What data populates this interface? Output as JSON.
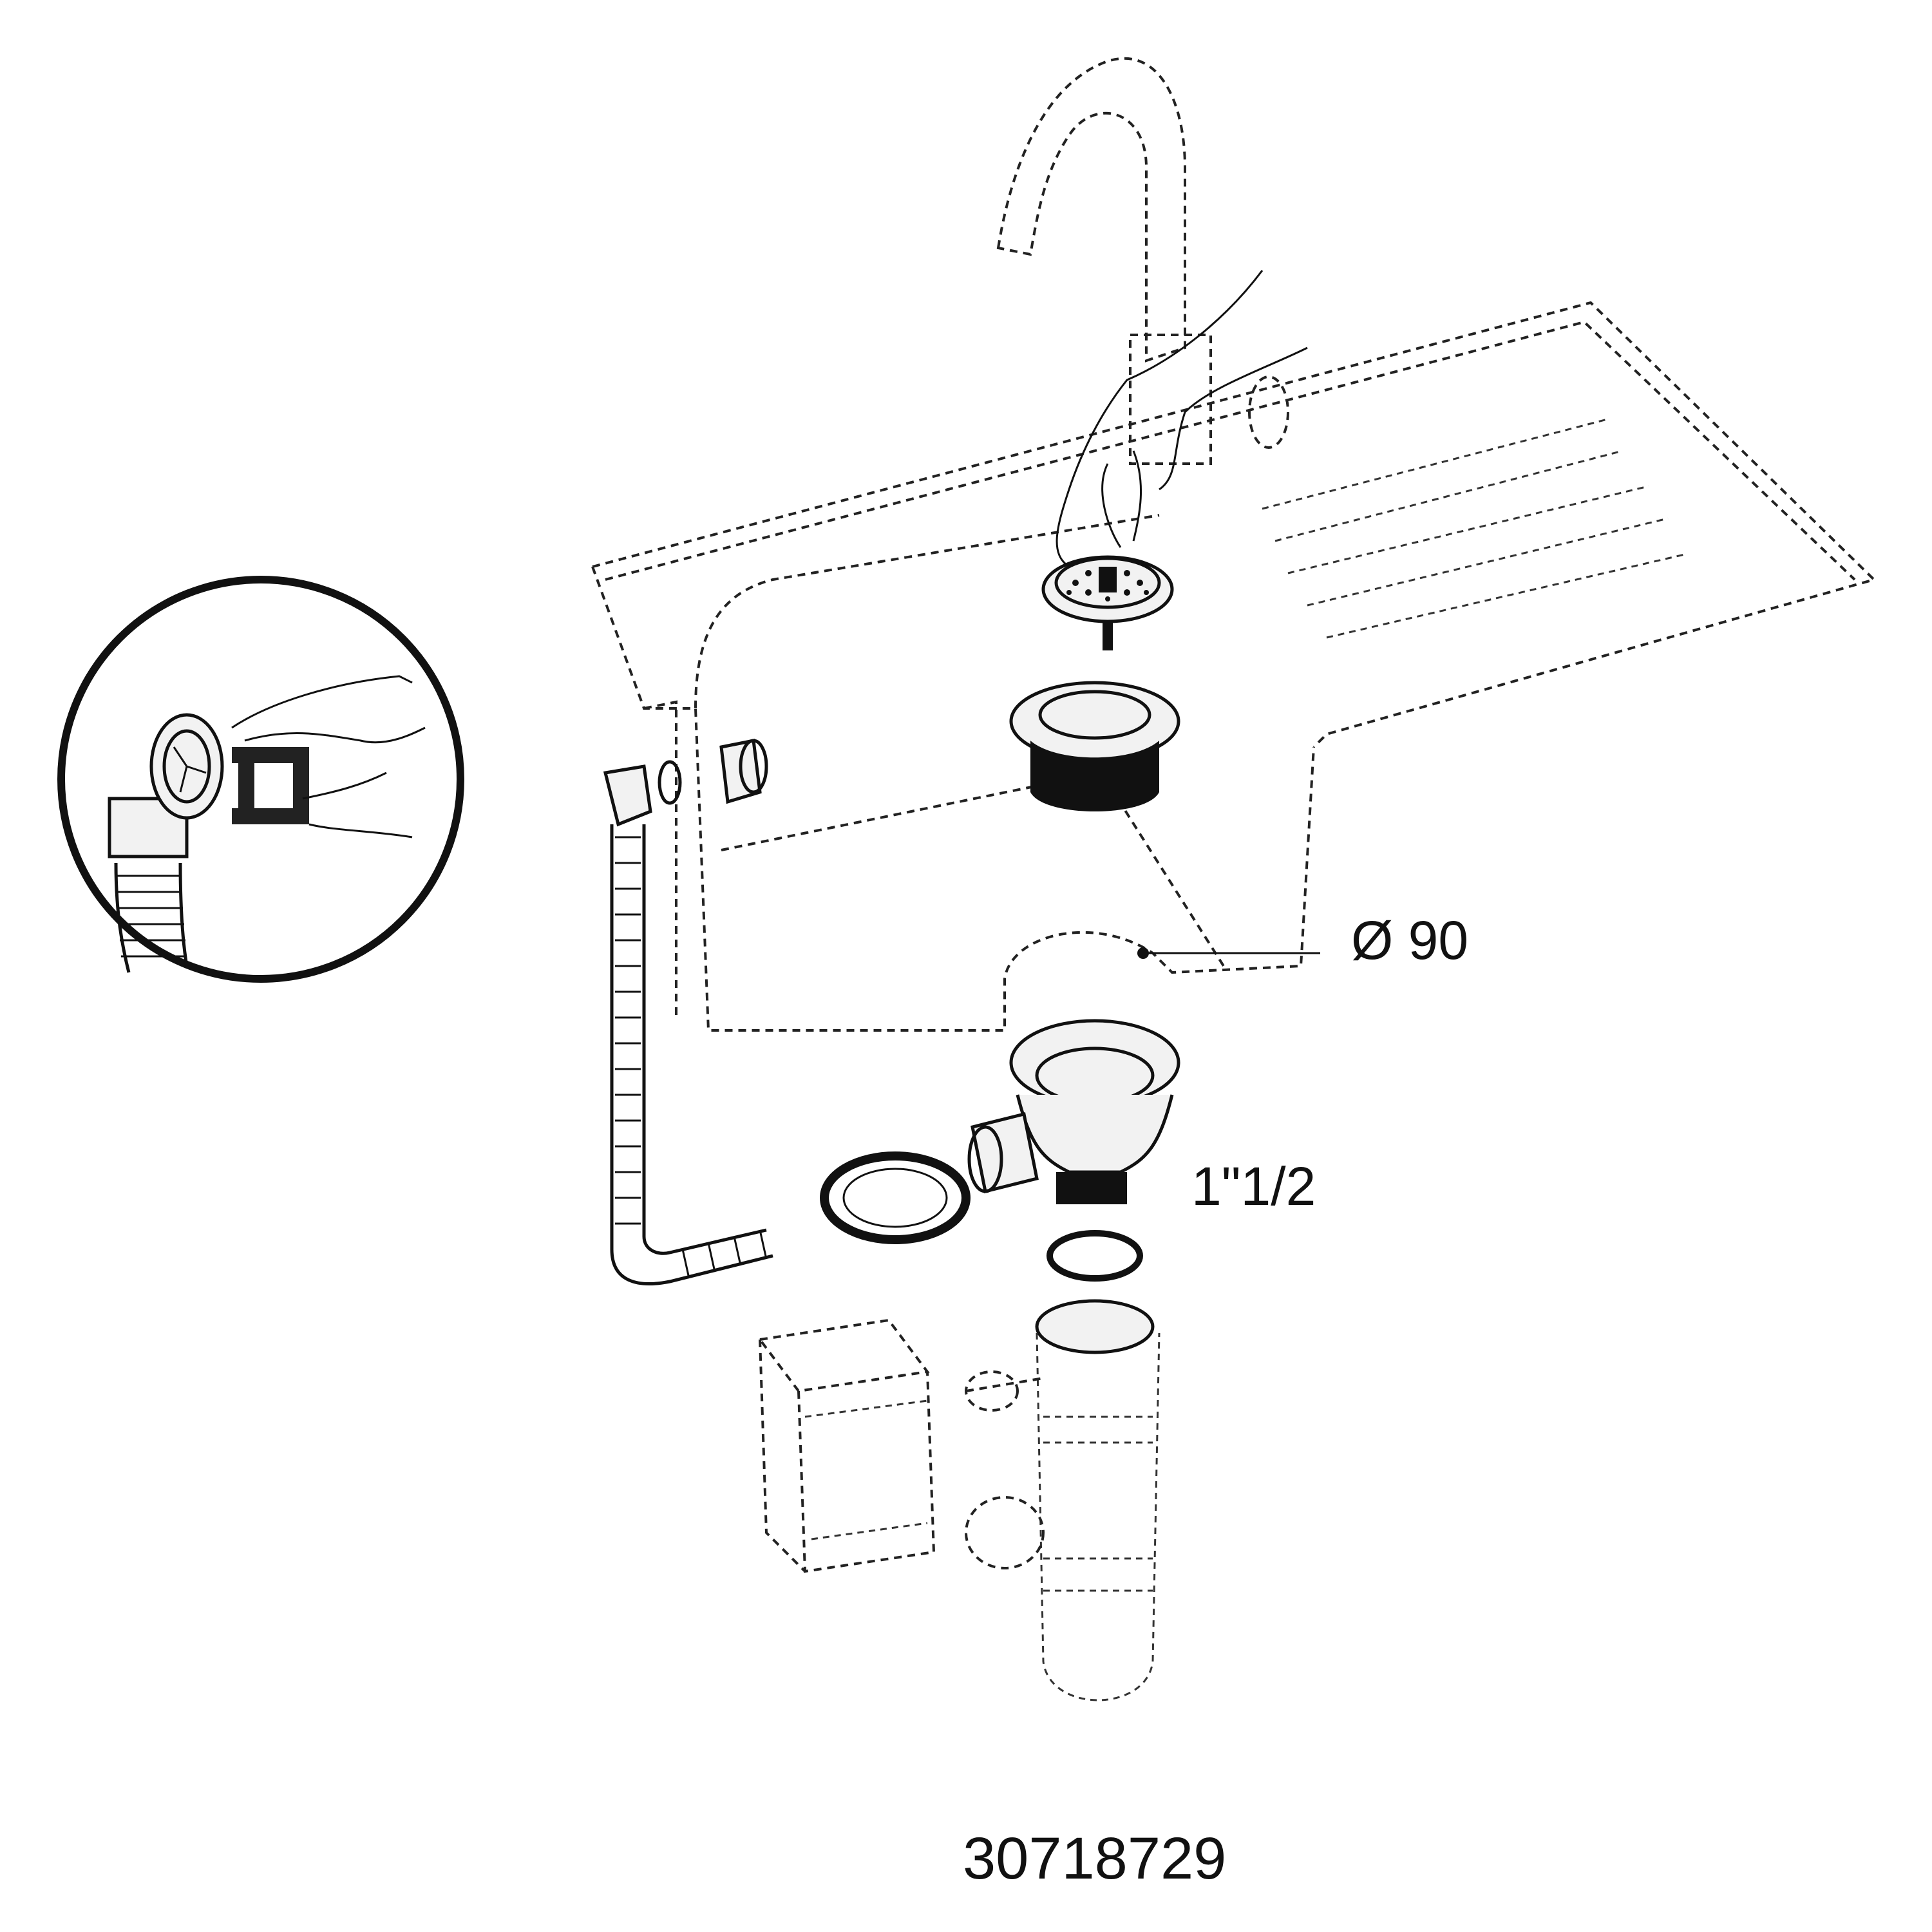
{
  "labels": {
    "outlet_diameter": "Ø 90",
    "thread_size": "1\"1/2",
    "reference_number": "30718729"
  },
  "colors": {
    "line": "#111111",
    "background": "#ffffff"
  },
  "icons": [
    "faucet-icon",
    "sink-icon",
    "hand-icon",
    "basket-strainer-icon",
    "drain-flange-icon",
    "overflow-hose-icon",
    "washer-icon",
    "drain-body-icon",
    "bottle-trap-icon",
    "washing-machine-icon",
    "detail-magnifier-icon"
  ]
}
